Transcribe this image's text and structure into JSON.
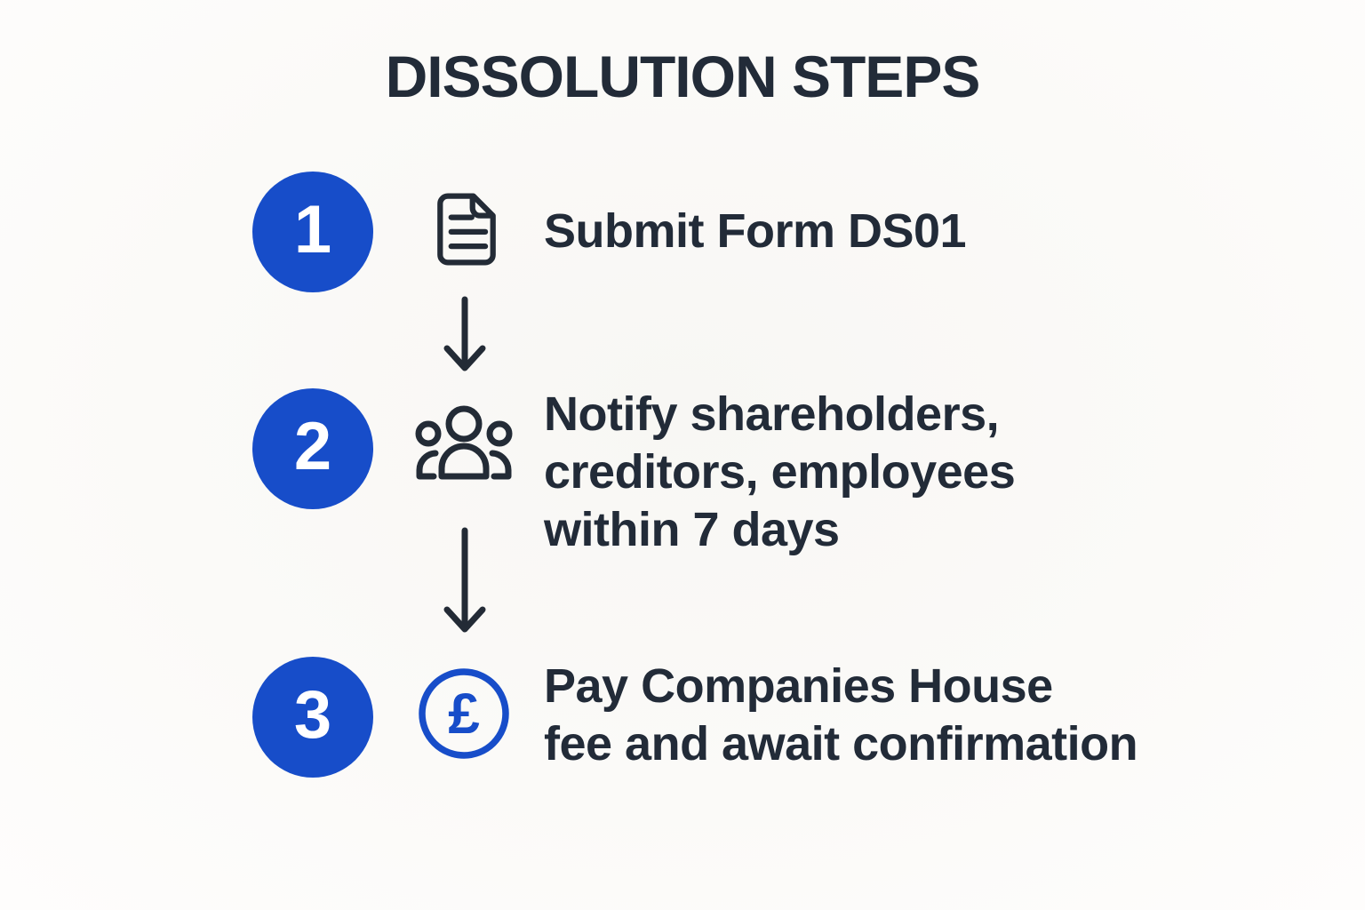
{
  "title": "DISSOLUTION STEPS",
  "colors": {
    "accent_blue": "#174DC9",
    "text_dark": "#222B38",
    "background": "#FAF9F6"
  },
  "steps": [
    {
      "number": "1",
      "icon": "document-icon",
      "lines": [
        "Submit Form DS01"
      ]
    },
    {
      "number": "2",
      "icon": "people-icon",
      "lines": [
        "Notify shareholders,",
        "creditors, employees",
        "within 7 days"
      ]
    },
    {
      "number": "3",
      "icon": "pound-sterling-icon",
      "lines": [
        "Pay Companies House",
        "fee and await confirmation"
      ]
    }
  ],
  "icons": {
    "pound_glyph": "£"
  }
}
